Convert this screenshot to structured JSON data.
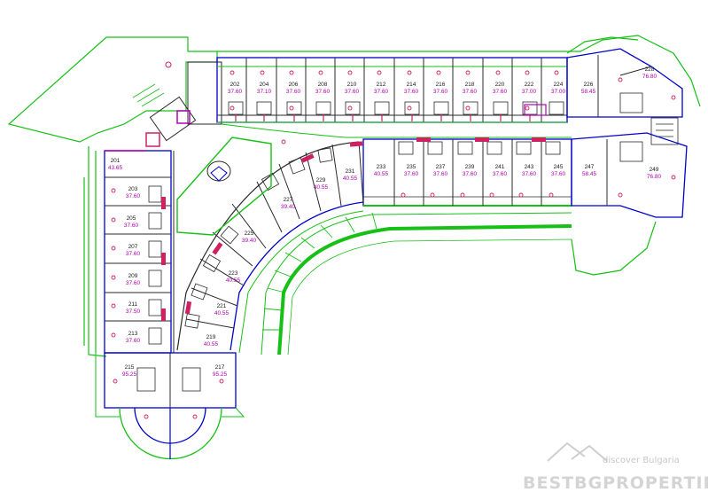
{
  "colors": {
    "green": "#16c016",
    "blue": "#0000cc",
    "dark": "#2a2a2a",
    "pink": "#d02060",
    "magenta": "#b000b0"
  },
  "rooms": [
    {
      "id": "202",
      "area": "37.60"
    },
    {
      "id": "204",
      "area": "37.10"
    },
    {
      "id": "206",
      "area": "37.60"
    },
    {
      "id": "208",
      "area": "37.60"
    },
    {
      "id": "210",
      "area": "37.60"
    },
    {
      "id": "212",
      "area": "37.60"
    },
    {
      "id": "214",
      "area": "37.60"
    },
    {
      "id": "216",
      "area": "37.60"
    },
    {
      "id": "218",
      "area": "37.60"
    },
    {
      "id": "220",
      "area": "37.60"
    },
    {
      "id": "222",
      "area": "37.00"
    },
    {
      "id": "224",
      "area": "37.00"
    },
    {
      "id": "226",
      "area": "58.45"
    },
    {
      "id": "228",
      "area": "76.80"
    },
    {
      "id": "249",
      "area": "76.80"
    },
    {
      "id": "247",
      "area": "58.45"
    },
    {
      "id": "245",
      "area": "37.60"
    },
    {
      "id": "243",
      "area": "37.60"
    },
    {
      "id": "241",
      "area": "37.60"
    },
    {
      "id": "239",
      "area": "37.60"
    },
    {
      "id": "237",
      "area": "37.60"
    },
    {
      "id": "235",
      "area": "37.60"
    },
    {
      "id": "233",
      "area": "40.55"
    },
    {
      "id": "231",
      "area": "40.55"
    },
    {
      "id": "229",
      "area": "40.55"
    },
    {
      "id": "227",
      "area": "39.40"
    },
    {
      "id": "225",
      "area": "39.40"
    },
    {
      "id": "223",
      "area": "40.55"
    },
    {
      "id": "221",
      "area": "40.55"
    },
    {
      "id": "219",
      "area": "40.55"
    },
    {
      "id": "201",
      "area": "43.65"
    },
    {
      "id": "203",
      "area": "37.60"
    },
    {
      "id": "205",
      "area": "37.60"
    },
    {
      "id": "207",
      "area": "37.60"
    },
    {
      "id": "209",
      "area": "37.60"
    },
    {
      "id": "211",
      "area": "37.50"
    },
    {
      "id": "213",
      "area": "37.60"
    },
    {
      "id": "215",
      "area": "95.25"
    },
    {
      "id": "217",
      "area": "95.25"
    }
  ],
  "watermark": {
    "line1": "discover Bulgaria",
    "line2": "BESTBGPROPERTIES"
  }
}
